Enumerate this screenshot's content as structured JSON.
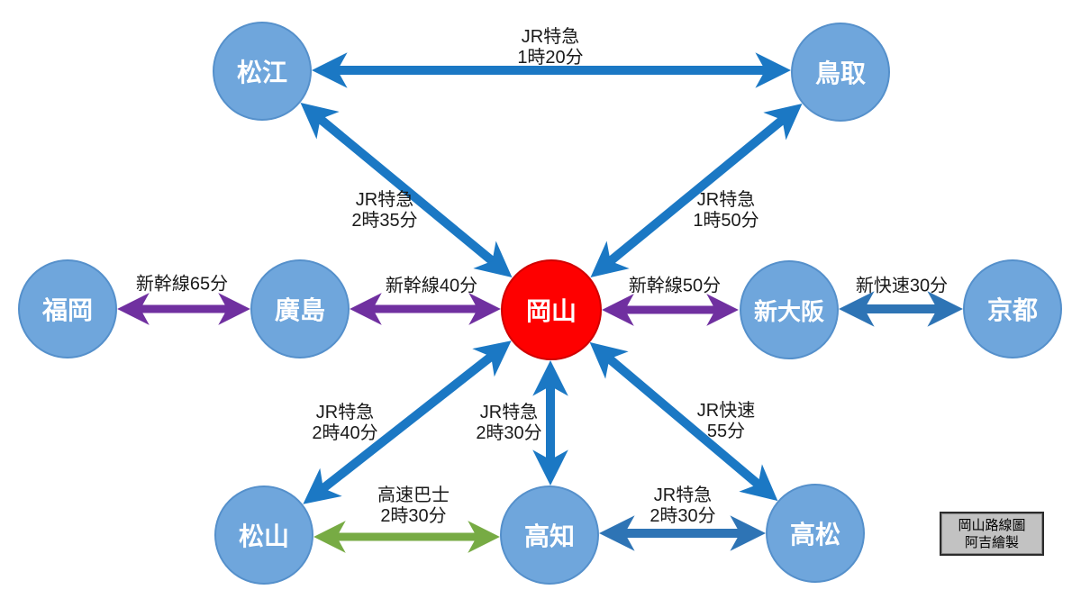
{
  "diagram_title": "岡山路線圖",
  "colors": {
    "blue": "#1B78C4",
    "steel_blue": "#2E74B5",
    "purple": "#7030A0",
    "green": "#77AB44",
    "node_fill": "#6FA6DC",
    "node_border": "#5590CB",
    "hub_fill": "#FE0000",
    "hub_border": "#D00000",
    "label_color": "#1A1A1A",
    "legend_bg": "#C2C2C2",
    "legend_border": "#2B2B2B"
  },
  "nodes": [
    {
      "id": "matsue",
      "label": "松江",
      "type": "city"
    },
    {
      "id": "tottori",
      "label": "鳥取",
      "type": "city"
    },
    {
      "id": "fukuoka",
      "label": "福岡",
      "type": "city"
    },
    {
      "id": "hiroshima",
      "label": "廣島",
      "type": "city"
    },
    {
      "id": "okayama",
      "label": "岡山",
      "type": "hub"
    },
    {
      "id": "shin-osaka",
      "label": "新大阪",
      "type": "city"
    },
    {
      "id": "kyoto",
      "label": "京都",
      "type": "city"
    },
    {
      "id": "matsuyama",
      "label": "松山",
      "type": "city"
    },
    {
      "id": "kochi",
      "label": "高知",
      "type": "city"
    },
    {
      "id": "takamatsu",
      "label": "高松",
      "type": "city"
    }
  ],
  "edges": [
    {
      "from": "松江",
      "to": "鳥取",
      "color": "blue",
      "line1": "JR特急",
      "line2": "1時20分"
    },
    {
      "from": "松江",
      "to": "岡山",
      "color": "blue",
      "line1": "JR特急",
      "line2": "2時35分"
    },
    {
      "from": "鳥取",
      "to": "岡山",
      "color": "blue",
      "line1": "JR特急",
      "line2": "1時50分"
    },
    {
      "from": "福岡",
      "to": "廣島",
      "color": "purple",
      "line1": "新幹線65分"
    },
    {
      "from": "廣島",
      "to": "岡山",
      "color": "purple",
      "line1": "新幹線40分"
    },
    {
      "from": "岡山",
      "to": "新大阪",
      "color": "purple",
      "line1": "新幹線50分"
    },
    {
      "from": "新大阪",
      "to": "京都",
      "color": "steel",
      "line1": "新快速30分"
    },
    {
      "from": "岡山",
      "to": "松山",
      "color": "blue",
      "line1": "JR特急",
      "line2": "2時40分"
    },
    {
      "from": "岡山",
      "to": "高知",
      "color": "blue",
      "line1": "JR特急",
      "line2": "2時30分"
    },
    {
      "from": "岡山",
      "to": "高松",
      "color": "blue",
      "line1": "JR快速",
      "line2": "55分"
    },
    {
      "from": "松山",
      "to": "高知",
      "color": "green",
      "line1": "高速巴士",
      "line2": "2時30分"
    },
    {
      "from": "高知",
      "to": "高松",
      "color": "steel",
      "line1": "JR特急",
      "line2": "2時30分"
    }
  ],
  "legend": {
    "line1": "岡山路線圖",
    "line2": "阿吉繪製"
  }
}
